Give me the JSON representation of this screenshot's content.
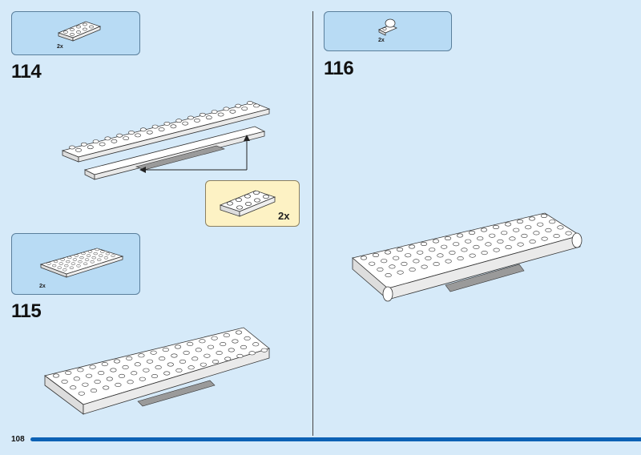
{
  "page": {
    "number": "108"
  },
  "steps": [
    {
      "number": "114",
      "part_qty": "2x",
      "callout_qty": "2x"
    },
    {
      "number": "115",
      "part_qty": "2x"
    },
    {
      "number": "116",
      "part_qty": "2x"
    }
  ],
  "colors": {
    "background": "#d6eaf9",
    "parts_box": "#b8dbf4",
    "callout_box": "#fdf2c4",
    "footer_bar": "#0d62b5",
    "brick_white": "#ffffff",
    "brick_gray": "#9a9a9a"
  }
}
